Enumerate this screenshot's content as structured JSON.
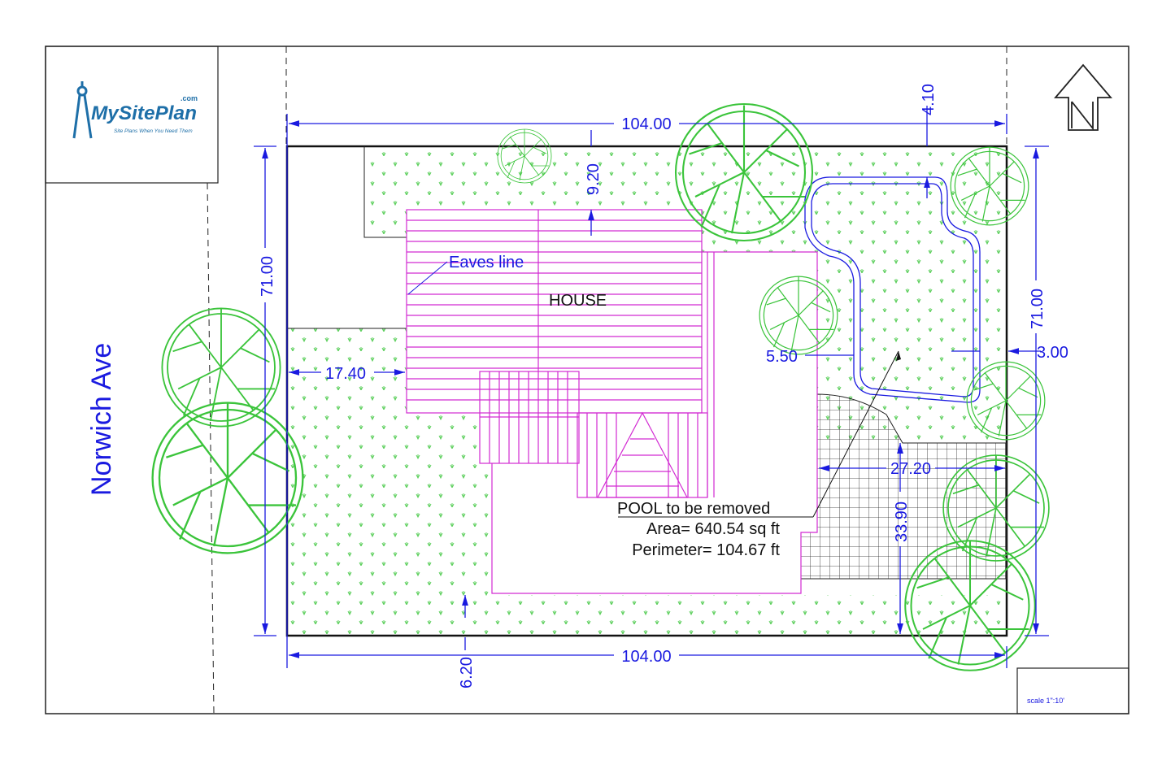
{
  "logo": {
    "brand": "MySitePlan",
    "domain": ".com",
    "tagline": "Site Plans When You Need Them"
  },
  "street": "Norwich Ave",
  "scale": "scale 1\":10'",
  "labels": {
    "house": "HOUSE",
    "eaves": "Eaves line",
    "pool": "POOL to be removed",
    "area": "Area= 640.54 sq ft",
    "perimeter": "Perimeter= 104.67 ft"
  },
  "dimensions": {
    "top": "104.00",
    "bottom": "104.00",
    "left": "71.00",
    "right": "71.00",
    "front_setback": "17.40",
    "top_setback": "9.20",
    "pool_top": "4.10",
    "pool_left": "5.50",
    "pool_right": "3.00",
    "patio_width": "27.20",
    "patio_depth": "33.90",
    "rear_setback": "6.20"
  },
  "colors": {
    "dimension": "#1a1ae0",
    "house": "#d22ad2",
    "vegetation": "#3bc43b",
    "logo": "#1e6fa8"
  }
}
